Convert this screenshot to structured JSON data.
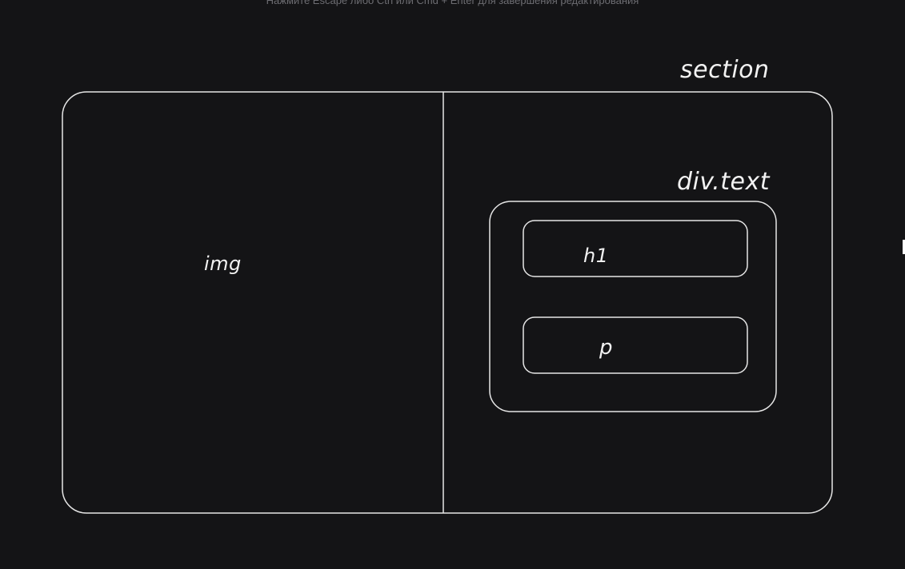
{
  "hint": {
    "text": "Нажмите Escape либо Ctrl или Cmd + Enter для завершения редактирования"
  },
  "labels": {
    "section": "section",
    "div_text": "div.text",
    "img": "img",
    "h1": "h1",
    "p": "p"
  },
  "colors": {
    "background": "#141416",
    "stroke": "#e6e6e6",
    "text": "#f2f2f2"
  }
}
